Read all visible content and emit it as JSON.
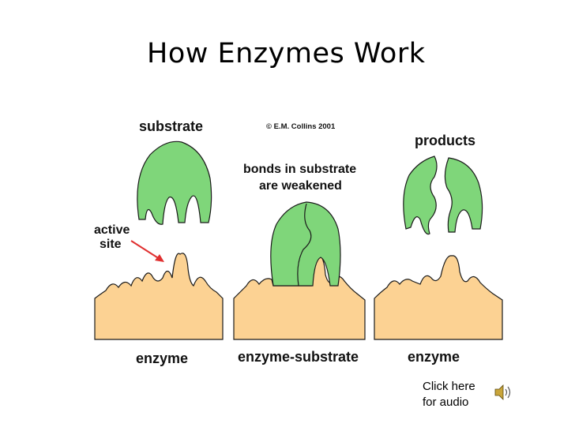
{
  "slide": {
    "title": "How Enzymes Work"
  },
  "diagram": {
    "copyright": "© E.M. Collins 2001",
    "labels": {
      "substrate": "substrate",
      "products": "products",
      "bonds_line1": "bonds in substrate",
      "bonds_line2": "are weakened",
      "active_line1": "active",
      "active_line2": "site",
      "enzyme_left": "enzyme",
      "enzyme_substrate": "enzyme-substrate",
      "enzyme_right": "enzyme"
    },
    "colors": {
      "substrate": "#7fd67a",
      "enzyme": "#fcd293",
      "arrow": "#e03030",
      "outline": "#1a1a1a"
    }
  },
  "audio": {
    "line1": "Click here",
    "line2": "for audio",
    "icon": "speaker-icon"
  }
}
